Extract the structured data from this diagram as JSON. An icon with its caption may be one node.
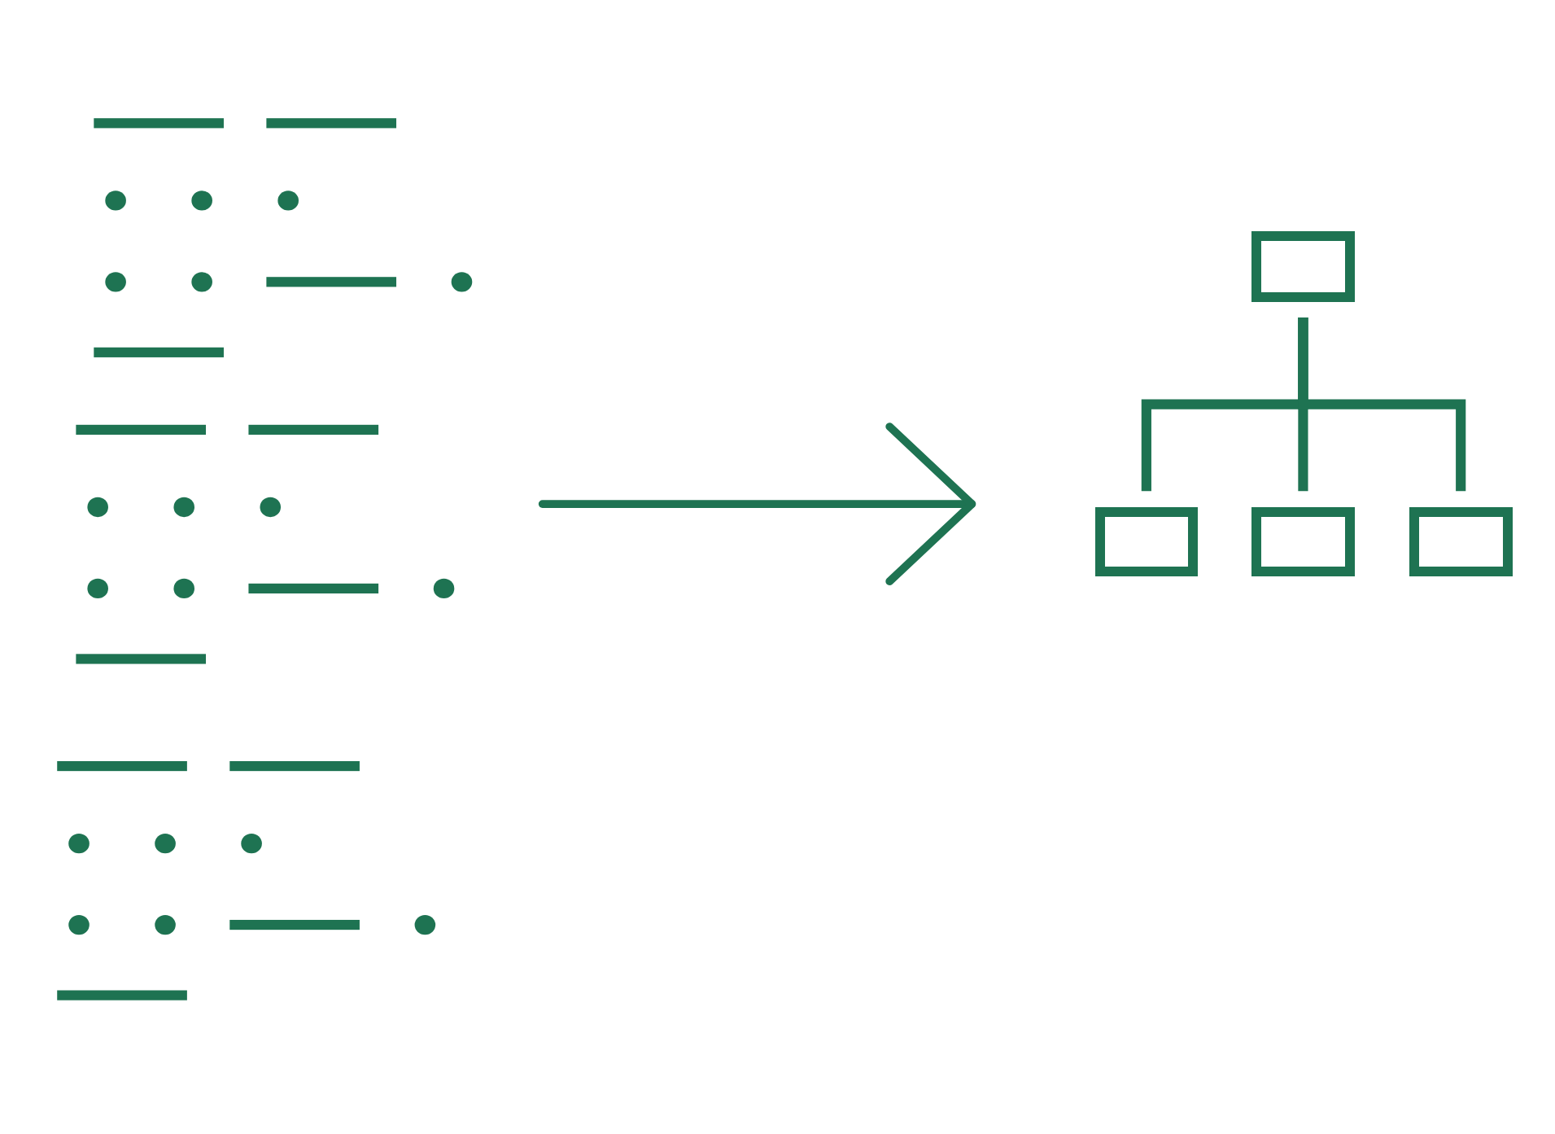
{
  "diagram": {
    "nodes": [
      {
        "text": [],
        "shape": "picture"
      },
      {
        "text": [],
        "shape": "box"
      },
      {
        "text": [],
        "shape": "box"
      },
      {
        "text": [],
        "shape": "box"
      },
      {
        "text": [],
        "shape": "box"
      }
    ],
    "edges": [
      {
        "from": 0,
        "to": null,
        "arrow": "to"
      },
      {
        "from": 1,
        "to": 2,
        "arrow": "none"
      },
      {
        "from": 1,
        "to": 3,
        "arrow": "none"
      },
      {
        "from": 1,
        "to": 4,
        "arrow": "none"
      }
    ]
  }
}
